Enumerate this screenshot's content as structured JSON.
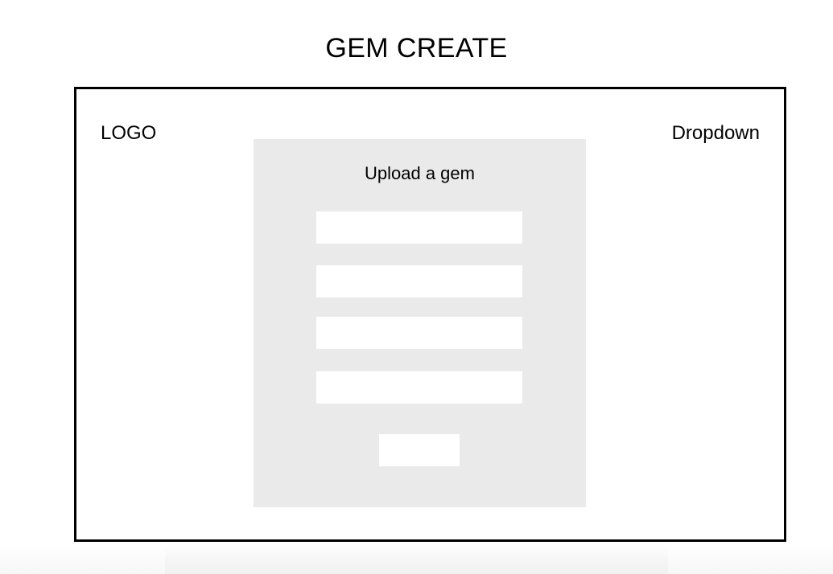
{
  "page": {
    "title": "GEM CREATE",
    "background_color": "#ffffff"
  },
  "frame": {
    "border_color": "#000000",
    "header": {
      "logo_label": "LOGO",
      "dropdown_label": "Dropdown"
    }
  },
  "upload_panel": {
    "background_color": "#eaeaea",
    "heading": "Upload a gem",
    "fields": [
      {
        "name": "field-1",
        "value": "",
        "placeholder": ""
      },
      {
        "name": "field-2",
        "value": "",
        "placeholder": ""
      },
      {
        "name": "field-3",
        "value": "",
        "placeholder": ""
      },
      {
        "name": "field-4",
        "value": "",
        "placeholder": ""
      }
    ],
    "submit_button": {
      "label": "",
      "background_color": "#ffffff"
    }
  }
}
